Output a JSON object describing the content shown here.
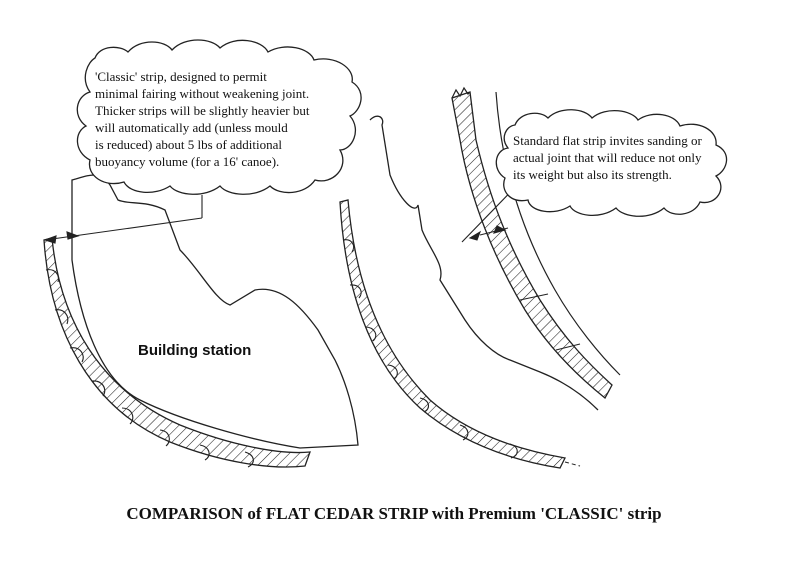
{
  "callouts": {
    "classic": "'Classic' strip, designed to permit\nminimal fairing without weakening joint.\nThicker strips will be slightly heavier but\nwill automatically add (unless mould\nis reduced) about 5 lbs of additional\nbuoyancy volume (for a 16' canoe).",
    "flat": "Standard flat strip invites sanding or\nactual joint that will reduce not only\nits weight but also its strength."
  },
  "labels": {
    "building_station": "Building station"
  },
  "caption": "COMPARISON of FLAT CEDAR STRIP with Premium 'CLASSIC' strip"
}
